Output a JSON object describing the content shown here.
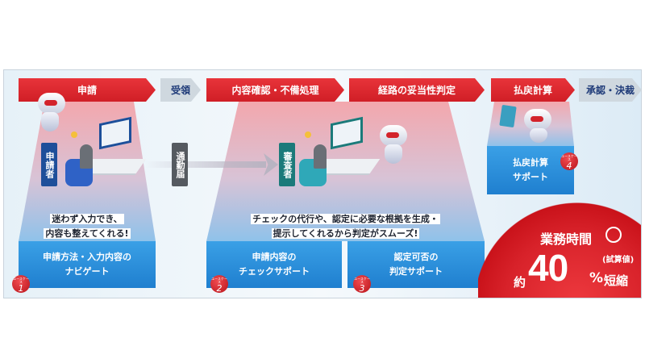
{
  "steps": [
    {
      "label": "申請",
      "type": "ai"
    },
    {
      "label": "受領",
      "type": "manual"
    },
    {
      "label": "内容確認・不備処理",
      "type": "ai"
    },
    {
      "label": "経路の妥当性判定",
      "type": "ai"
    },
    {
      "label": "払戻計算",
      "type": "ai"
    },
    {
      "label": "承認・決裁",
      "type": "manual"
    }
  ],
  "actors": {
    "applicant": "申請者",
    "reviewer": "審査者",
    "document": "通勤届"
  },
  "speech": {
    "applicant": [
      "迷わず入力でき、",
      "内容も整えてくれる!"
    ],
    "reviewer": [
      "チェックの代行や、認定に必要な根拠を生成・",
      "提示してくれるから判定がスムーズ!"
    ]
  },
  "use_cases": [
    {
      "badge_label": "ユースケース",
      "number": "1",
      "text": "申請方法・入力内容の\nナビゲート"
    },
    {
      "badge_label": "ユースケース",
      "number": "2",
      "text": "申請内容の\nチェックサポート"
    },
    {
      "badge_label": "ユースケース",
      "number": "3",
      "text": "認定可否の\n判定サポート"
    },
    {
      "badge_label": "ユースケース",
      "number": "4",
      "text": "払戻計算\nサポート"
    }
  ],
  "result": {
    "title": "業務時間",
    "prefix": "約",
    "value": "40",
    "unit": "%",
    "suffix": "短縮",
    "note": "(試算値)"
  },
  "colors": {
    "red": "#d01e26",
    "blue": "#1f7fcf",
    "navy": "#1e3a78"
  }
}
